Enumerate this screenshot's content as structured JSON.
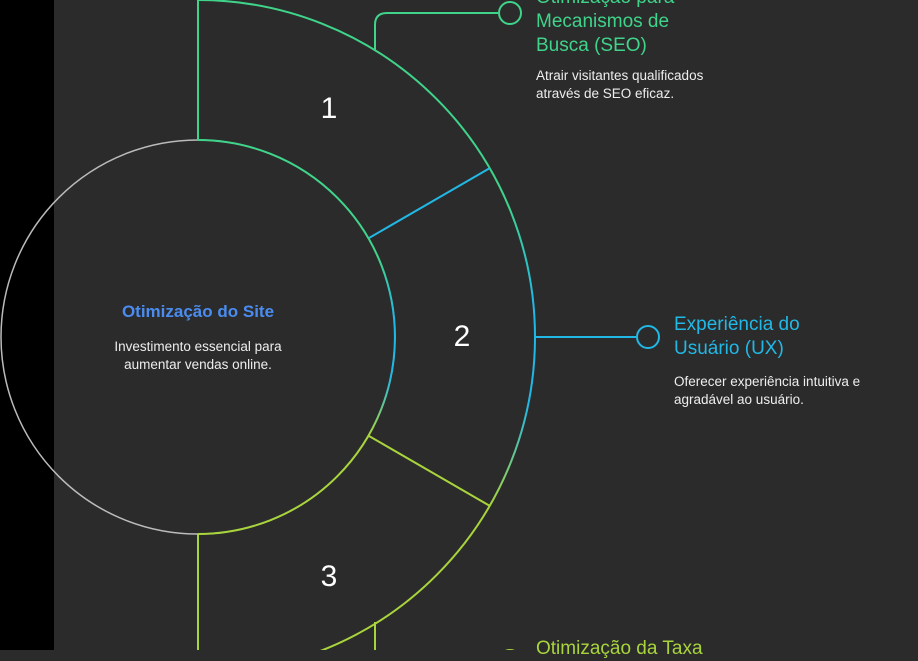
{
  "center": {
    "title": "Otimização do Site",
    "description": "Investimento essencial para aumentar vendas online."
  },
  "items": [
    {
      "number": "1",
      "title": "Otimização para Mecanismos de Busca (SEO)",
      "description": "Atrair visitantes qualificados através de SEO eficaz.",
      "color": "#3fd48a"
    },
    {
      "number": "2",
      "title": "Experiência do Usuário (UX)",
      "description": "Oferecer experiência intuitiva e agradável ao usuário.",
      "color": "#22b8e6"
    },
    {
      "number": "3",
      "title": "Otimização da Taxa",
      "description": "",
      "color": "#a8d43c"
    }
  ],
  "colors": {
    "center_title": "#4a8cf0",
    "background": "#2b2b2b"
  }
}
